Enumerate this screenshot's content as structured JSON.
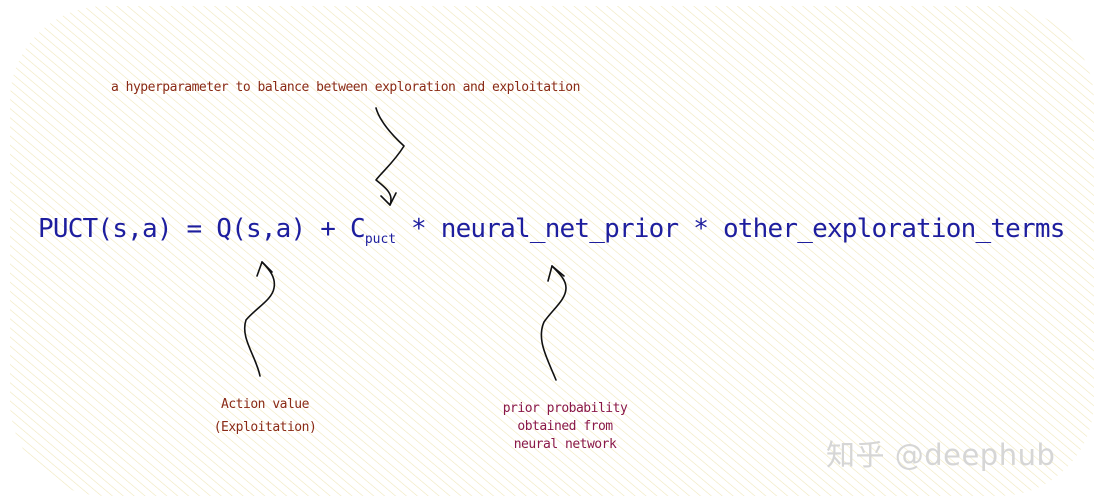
{
  "formula": {
    "lhs": "PUCT(s,a)",
    "eq": "=",
    "q_term": "Q(s,a)",
    "plus": "+",
    "c_main": "C",
    "c_sub": "puct",
    "times1": "*",
    "prior_term": "neural_net_prior",
    "times2": "*",
    "other_term": "other_exploration_terms"
  },
  "annotations": {
    "hyperparameter": "a hyperparameter to balance between exploration and exploitation",
    "action_value": [
      "Action value",
      "(Exploitation)"
    ],
    "prior_probability": [
      "prior probability",
      "obtained from",
      "neural network"
    ]
  },
  "watermark": "知乎 @deephub",
  "colors": {
    "formula": "#1e1e9e",
    "annotation_brown": "#8a2a16",
    "annotation_plum": "#8a1848",
    "arrow": "#111111",
    "background_hatch": "#efe6b8",
    "watermark": "#d6d6d6"
  }
}
